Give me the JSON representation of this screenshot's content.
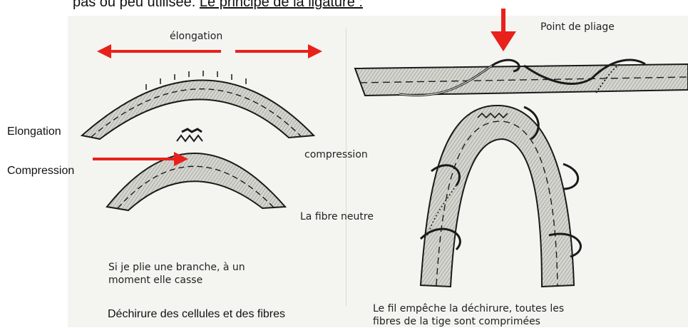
{
  "header": {
    "text_plain": "pas ou peu utilisée.",
    "text_underlined": "Le principe de la ligature :"
  },
  "labels": {
    "elongation_top": "élongation",
    "elongation_side": "Elongation",
    "compression_side": "Compression",
    "compression_center": "compression",
    "neutral_fiber": "La fibre neutre",
    "fold_point": "Point de pliage",
    "caption_left": "Si je plie une branche, à un moment elle casse",
    "caption_left_line1": "Si je plie une branche, à un",
    "caption_left_line2": "moment elle casse",
    "caption_tear": "Déchirure des cellules et des fibres",
    "caption_right_line1": "Le fil empêche la déchirure, toutes les",
    "caption_right_line2": "fibres de la tige sont comprimées"
  },
  "colors": {
    "arrow_red": "#e8211b",
    "branch_fill": "#c9c9c4",
    "ink": "#1a1a1a"
  }
}
